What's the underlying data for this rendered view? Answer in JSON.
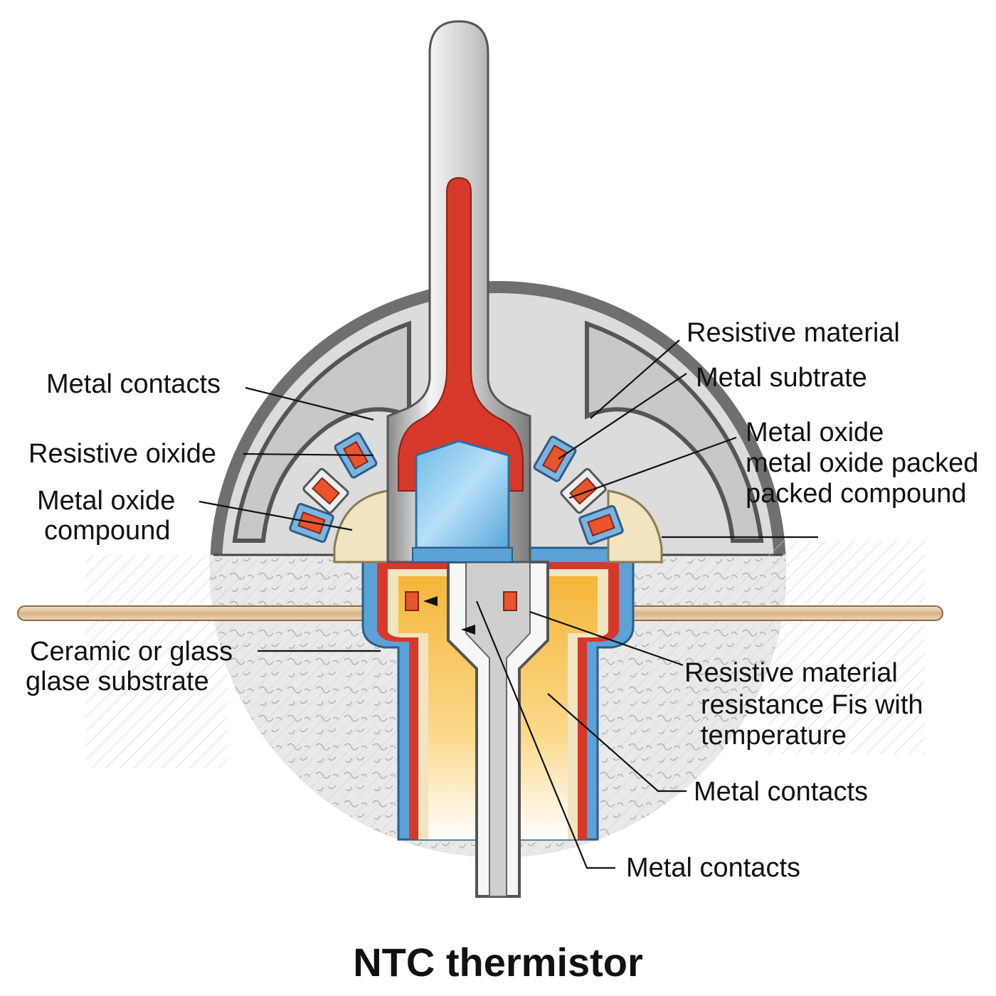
{
  "title": "NTC thermistor",
  "labels": {
    "metal_contacts_top_left": "Metal contacts",
    "resistive_oixide": "Resistive oixide",
    "metal_oxide_compound": [
      "Metal oxide",
      "compound"
    ],
    "ceramic_glass_substrate": [
      "Ceramic or glass",
      "glase substrate"
    ],
    "resistive_material_top": "Resistive material",
    "metal_subtrate": "Metal subtrate",
    "metal_oxide_packed": [
      "Metal oxide",
      "metal oxide packed",
      "packed compound"
    ],
    "resistive_material_temp": [
      "Resistive material",
      "resistance Fis with",
      "temperature"
    ],
    "metal_contacts_right": "Metal contacts",
    "metal_contacts_bottom": "Metal contacts"
  },
  "colors": {
    "housing": "#6e6e6e",
    "housing_light": "#cfcfcf",
    "resistive_red": "#d6382a",
    "blue_layer": "#5aa2d8",
    "glass_blue": "#8ccbf0",
    "ceramic_cream": "#f1e4c0",
    "gold_fill": "#f7c04a",
    "lead_wire": "#e8c9a4",
    "contact_orange": "#e8542c"
  }
}
